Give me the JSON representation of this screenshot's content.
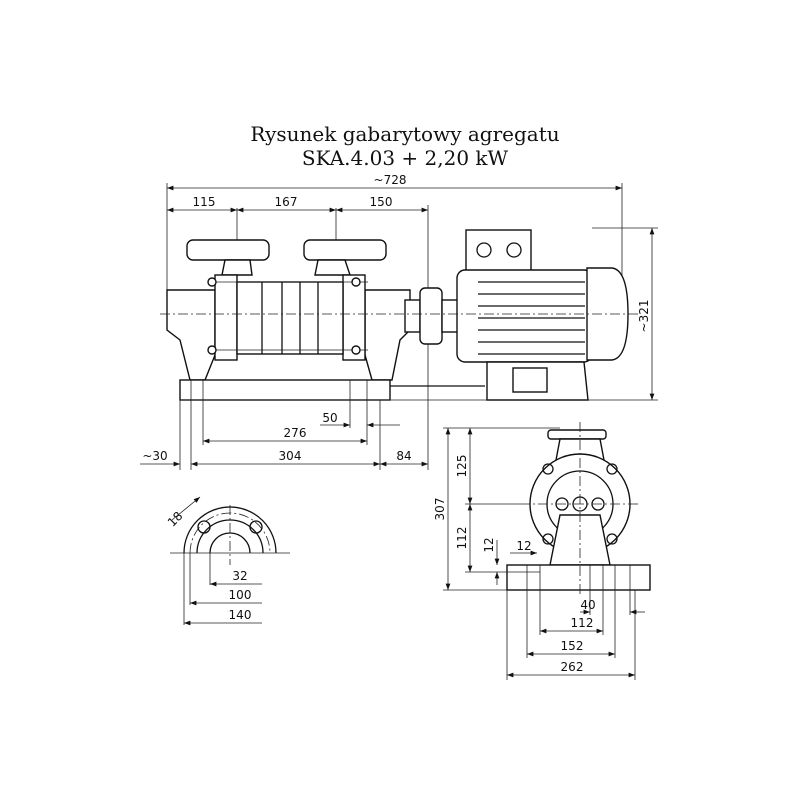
{
  "title": {
    "line1": "Rysunek gabarytowy agregatu",
    "line2": "SKA.4.03 + 2,20 kW"
  },
  "front_view": {
    "overall_length": "~728",
    "flange_offset_left": "115",
    "flange_spacing": "167",
    "flange_to_pump_end": "150",
    "overall_height": "~321",
    "foot_dim_50": "50",
    "bolt_spacing": "276",
    "base_bolt_spacing": "304",
    "base_overhang_left": "~30",
    "base_overhang_right": "84"
  },
  "flange_view": {
    "hole_dia": "18",
    "bore_dia": "32",
    "bolt_circle": "100",
    "outer_dia": "140"
  },
  "side_view": {
    "total_height": "307",
    "upper_height": "125",
    "axis_height": "112",
    "foot_height": "12",
    "foot_width": "12",
    "dim_40": "40",
    "foot_bolt_spacing": "112",
    "base_inner": "152",
    "base_width": "262"
  }
}
